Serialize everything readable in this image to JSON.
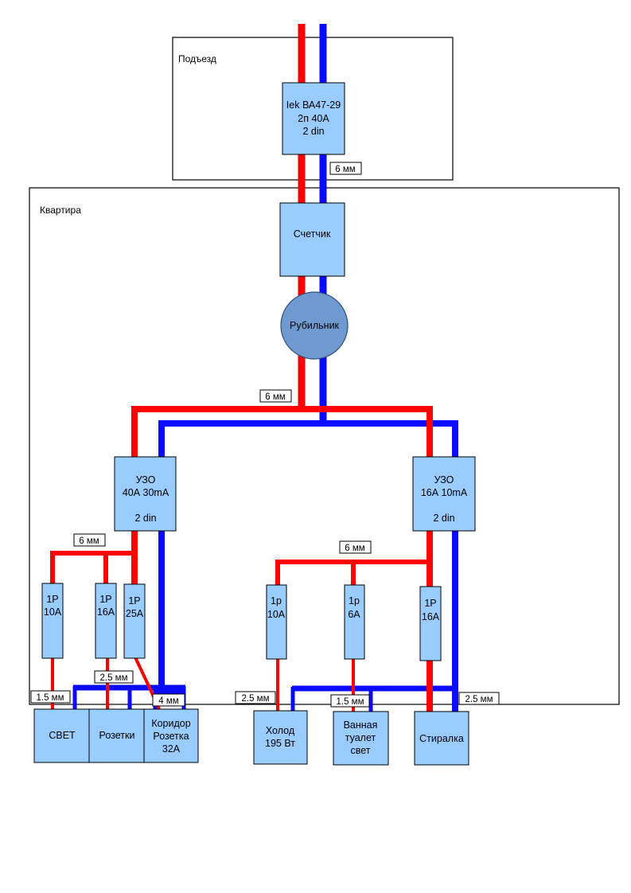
{
  "areas": {
    "entrance": "Подъезд",
    "apartment": "Квартира"
  },
  "main_breaker": [
    "Iek ВА47-29",
    "2п 40А",
    "2 din"
  ],
  "meter": "Счетчик",
  "switch": "Рубильник",
  "rcd_left": [
    "УЗО",
    "40А 30mA",
    "",
    "2 din"
  ],
  "rcd_right": [
    "УЗО",
    "16А 10mA",
    "",
    "2 din"
  ],
  "breakers": {
    "b1": [
      "1P",
      "10A"
    ],
    "b2": [
      "1P",
      "16A"
    ],
    "b3": [
      "1P",
      "25A"
    ],
    "b4": [
      "1p",
      "10A"
    ],
    "b5": [
      "1p",
      "6A"
    ],
    "b6": [
      "1P",
      "16A"
    ]
  },
  "loads": {
    "light": [
      "СВЕТ"
    ],
    "sockets": [
      "Розетки"
    ],
    "corridor": [
      "Коридор",
      "Розетка",
      "32А"
    ],
    "fridge": [
      "Холод",
      "195 Вт"
    ],
    "bath": [
      "Ванная",
      "туалет",
      "свет"
    ],
    "washer": [
      "Стиралка"
    ]
  },
  "wire_tags": {
    "main": "6 мм",
    "rcd_feed": "6 мм",
    "left_bus": "6 мм",
    "right_bus": "6 мм",
    "light": "1.5 мм",
    "sockets": "2.5 мм",
    "corridor": "4 мм",
    "fridge": "2.5 мм",
    "bath": "1.5 мм",
    "washer": "2.5 мм"
  },
  "colors": {
    "phase": "#ff0000",
    "neutral": "#0a0aff",
    "component_fill": "#99ccff",
    "switch_fill": "#6f9ad0"
  }
}
